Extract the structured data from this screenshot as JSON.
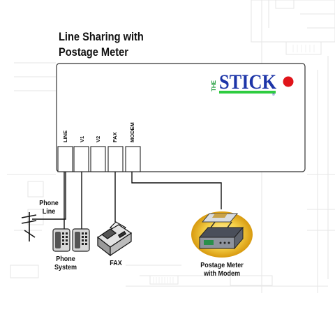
{
  "title": {
    "line1": "Line Sharing with",
    "line2": "Postage Meter"
  },
  "logo": {
    "prefix": "THE",
    "word": "STICK",
    "tm": "®"
  },
  "ports": [
    "LINE",
    "V1",
    "V2",
    "FAX",
    "MODEM"
  ],
  "captions": {
    "phone_line": [
      "Phone",
      "Line"
    ],
    "phone_system": [
      "Phone",
      "System"
    ],
    "fax": "FAX",
    "meter": [
      "Postage Meter",
      "with Modem"
    ]
  },
  "icons": [
    "utility-pole-icon",
    "telephone-icon",
    "fax-machine-icon",
    "postage-meter-icon"
  ],
  "colors": {
    "logo_text": "#1d35a8",
    "logo_prefix": "#1e9c3a",
    "logo_underline": "#2ecc40",
    "logo_dot": "#e0141a",
    "meter_halo": "#f0c419",
    "line": "#111111",
    "background_pattern": "#ececec"
  }
}
